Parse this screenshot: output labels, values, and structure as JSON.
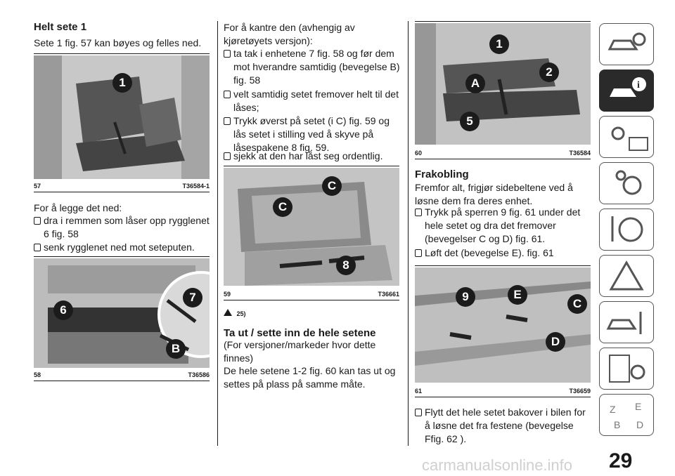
{
  "col1": {
    "heading": "Helt sete 1",
    "intro": "Sete 1 fig. 57 kan bøyes og felles ned.",
    "fig57": {
      "num": "57",
      "code": "T36584-1",
      "callouts": [
        "1"
      ]
    },
    "lower_title": "For å legge det ned:",
    "bullets": [
      "dra i remmen som låser opp rygglenet 6 fig. 58",
      "senk rygglenet ned mot seteputen."
    ],
    "fig58": {
      "num": "58",
      "code": "T36586",
      "callouts": [
        "6",
        "7",
        "B"
      ]
    }
  },
  "col2": {
    "intro": "For å kantre den (avhengig av kjøretøyets versjon):",
    "bullets": [
      "ta tak i enhetene 7 fig. 58 og før dem mot hverandre samtidig (bevegelse B) fig. 58",
      "velt samtidig setet fremover helt til det låses;",
      "Trykk øverst på setet (i C) fig. 59 og lås setet i stilling ved å skyve på låsespakene 8 fig. 59.",
      "sjekk at den har låst seg ordentlig."
    ],
    "fig59": {
      "num": "59",
      "code": "T36661",
      "callouts": [
        "C",
        "C",
        "8"
      ]
    },
    "warn_ref": "25)",
    "heading": "Ta ut / sette inn de hele setene",
    "sub": "(For versjoner/markeder hvor dette finnes)",
    "para": "De hele setene 1-2 fig. 60 kan tas ut og settes på plass på samme måte."
  },
  "col3": {
    "fig60": {
      "num": "60",
      "code": "T36584",
      "callouts": [
        "1",
        "2",
        "A",
        "5"
      ]
    },
    "heading": "Frakobling",
    "intro": "Fremfor alt, frigjør sidebeltene ved å løsne dem fra deres enhet.",
    "bullets": [
      "Trykk på sperren 9 fig. 61 under det hele setet og dra det fremover (bevegelser C og D) fig. 61.",
      "Løft det (bevegelse E). fig. 61"
    ],
    "fig61": {
      "num": "61",
      "code": "T36659",
      "callouts": [
        "9",
        "E",
        "C",
        "D"
      ]
    },
    "bottom_bullet": "Flytt det hele setet bakover i bilen for å løsne det fra festene (bevegelse Ffig. 62 )."
  },
  "side_tabs": [
    "car-search-icon",
    "car-info-icon",
    "light-signal-icon",
    "airbag-icon",
    "steering-icon",
    "warning-triangle-icon",
    "car-service-icon",
    "settings-list-icon",
    "alphabet-index-icon"
  ],
  "page_number": "29",
  "footer": "carmanualsonline.info"
}
